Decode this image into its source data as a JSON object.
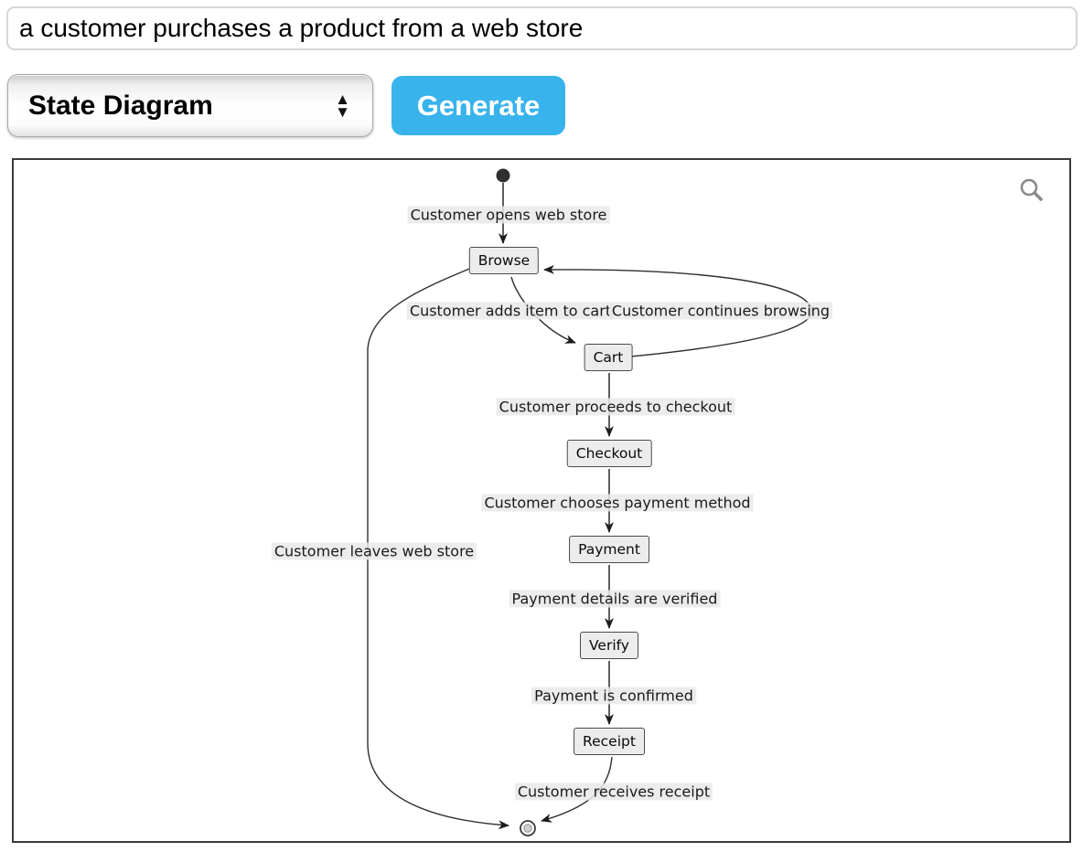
{
  "prompt": {
    "value": "a customer purchases a product from a web store"
  },
  "toolbar": {
    "diagram_type_selected": "State Diagram",
    "generate_label": "Generate"
  },
  "colors": {
    "accent_blue": "#38b3ec",
    "node_fill": "#ececec",
    "node_border": "#4a4a4a",
    "edge_stroke": "#3c3c3c",
    "edge_label_bg": "#e9e9e9",
    "panel_border": "#3b3b3b",
    "zoom_icon_gray": "#8a8a8a"
  },
  "diagram": {
    "type": "state-diagram",
    "nodes": {
      "browse": {
        "label": "Browse"
      },
      "cart": {
        "label": "Cart"
      },
      "checkout": {
        "label": "Checkout"
      },
      "payment": {
        "label": "Payment"
      },
      "verify": {
        "label": "Verify"
      },
      "receipt": {
        "label": "Receipt"
      }
    },
    "edges": {
      "start_browse": {
        "from": "[*]",
        "to": "Browse",
        "label": "Customer opens web store"
      },
      "browse_cart": {
        "from": "Browse",
        "to": "Cart",
        "label": "Customer adds item to cart"
      },
      "cart_browse": {
        "from": "Cart",
        "to": "Browse",
        "label": "Customer continues browsing"
      },
      "cart_checkout": {
        "from": "Cart",
        "to": "Checkout",
        "label": "Customer proceeds to checkout"
      },
      "checkout_payment": {
        "from": "Checkout",
        "to": "Payment",
        "label": "Customer chooses payment method"
      },
      "payment_verify": {
        "from": "Payment",
        "to": "Verify",
        "label": "Payment details are verified"
      },
      "verify_receipt": {
        "from": "Verify",
        "to": "Receipt",
        "label": "Payment is confirmed"
      },
      "receipt_end": {
        "from": "Receipt",
        "to": "[*]",
        "label": "Customer receives receipt"
      },
      "browse_end": {
        "from": "Browse",
        "to": "[*]",
        "label": "Customer leaves web store"
      }
    }
  }
}
